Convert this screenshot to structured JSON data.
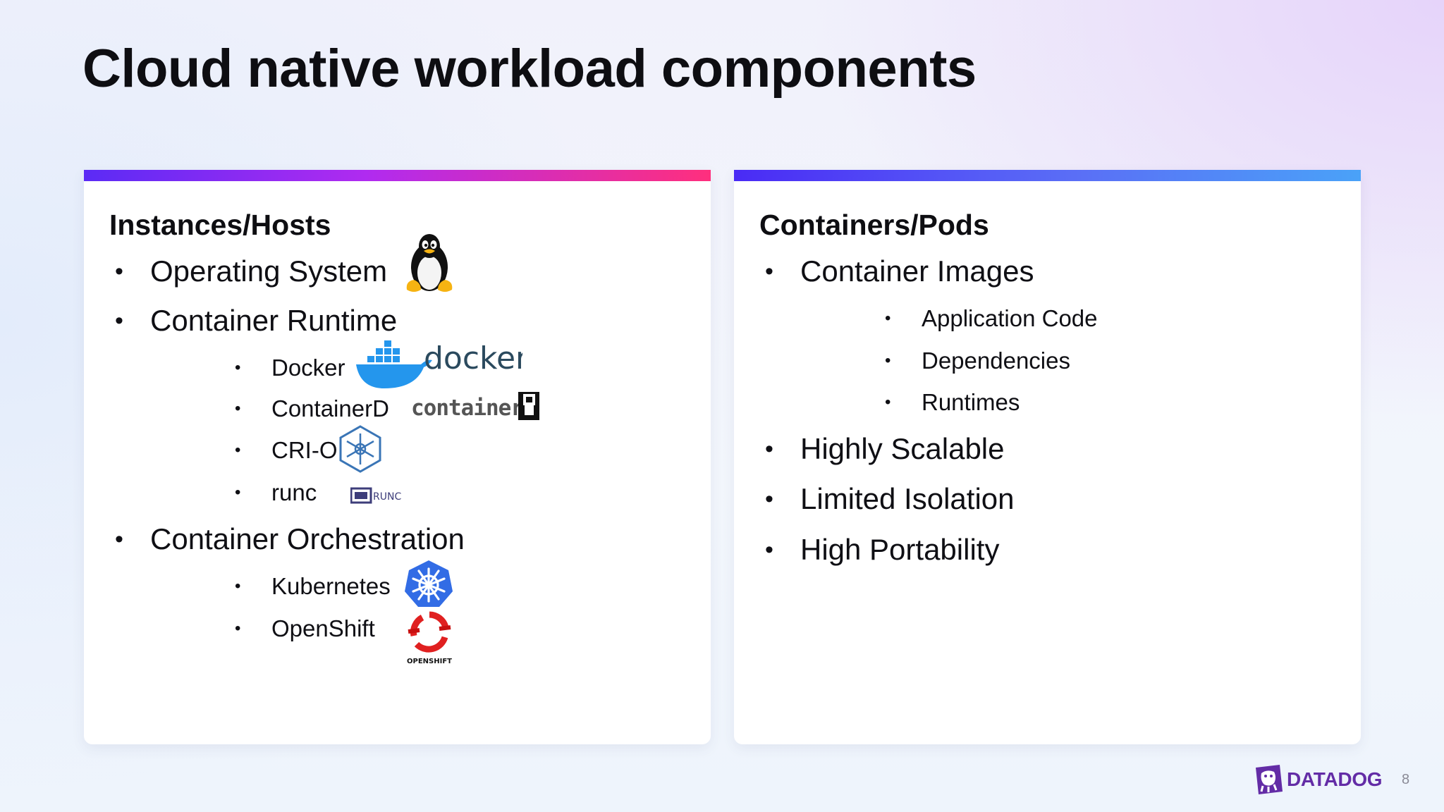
{
  "slide": {
    "title": "Cloud native workload components",
    "page_number": "8"
  },
  "left_card": {
    "title": "Instances/Hosts",
    "items": [
      {
        "label": "Operating System"
      },
      {
        "label": "Container Runtime",
        "children": [
          {
            "label": "Docker",
            "logo_text": "docker"
          },
          {
            "label": "ContainerD",
            "logo_text": "container"
          },
          {
            "label": "CRI-O"
          },
          {
            "label": "runc",
            "logo_text": "RUNC"
          }
        ]
      },
      {
        "label": "Container Orchestration",
        "children": [
          {
            "label": "Kubernetes"
          },
          {
            "label": "OpenShift",
            "logo_text": "OPENSHIFT"
          }
        ]
      }
    ]
  },
  "right_card": {
    "title": "Containers/Pods",
    "items": [
      {
        "label": "Container Images",
        "children": [
          {
            "label": "Application Code"
          },
          {
            "label": "Dependencies"
          },
          {
            "label": "Runtimes"
          }
        ]
      },
      {
        "label": "Highly Scalable"
      },
      {
        "label": "Limited Isolation"
      },
      {
        "label": "High Portability"
      }
    ]
  },
  "brand": {
    "name": "DATADOG"
  },
  "colors": {
    "left_bar": [
      "#5b2bf5",
      "#ff2f7d"
    ],
    "right_bar": [
      "#4a2bf5",
      "#4aa2f8"
    ],
    "brand": "#632ca6"
  },
  "icons": [
    "tux-penguin-icon",
    "docker-logo",
    "containerd-logo",
    "crio-logo",
    "runc-logo",
    "kubernetes-logo",
    "openshift-logo",
    "datadog-logo"
  ]
}
